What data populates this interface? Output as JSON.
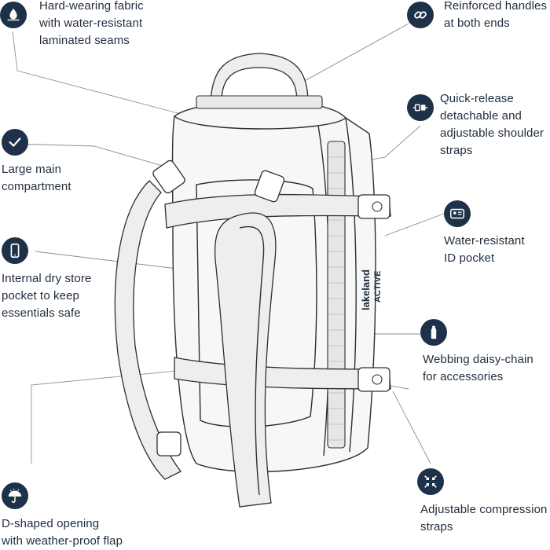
{
  "features": {
    "fabric": {
      "line1": "Hard-wearing fabric",
      "line2": "with water-resistant",
      "line3": "laminated seams",
      "icon": "water-drop-icon"
    },
    "handles": {
      "line1": "Reinforced handles",
      "line2": "at both ends",
      "icon": "chain-link-icon"
    },
    "straps": {
      "line1": "Quick-release",
      "line2": "detachable and",
      "line3": "adjustable shoulder",
      "line4": "straps",
      "icon": "buckle-icon"
    },
    "main": {
      "line1": "Large main",
      "line2": "compartment",
      "icon": "checkmark-icon"
    },
    "idpocket": {
      "line1": "Water-resistant",
      "line2": "ID pocket",
      "icon": "id-card-icon"
    },
    "drystore": {
      "line1": "Internal dry store",
      "line2": "pocket to keep",
      "line3": "essentials safe",
      "icon": "phone-icon"
    },
    "daisy": {
      "line1": "Webbing daisy-chain",
      "line2": "for accessories",
      "icon": "bottle-icon"
    },
    "compression": {
      "line1": "Adjustable compression",
      "line2": "straps",
      "icon": "compress-arrows-icon"
    },
    "opening": {
      "line1": "D-shaped opening",
      "line2": "with weather-proof flap",
      "icon": "umbrella-icon"
    }
  },
  "brand": {
    "line1": "lakeland",
    "line2": "ACTIVE"
  },
  "colors": {
    "icon_bg": "#1d3149",
    "text": "#1f2d3d",
    "leader": "#8a8f96"
  }
}
